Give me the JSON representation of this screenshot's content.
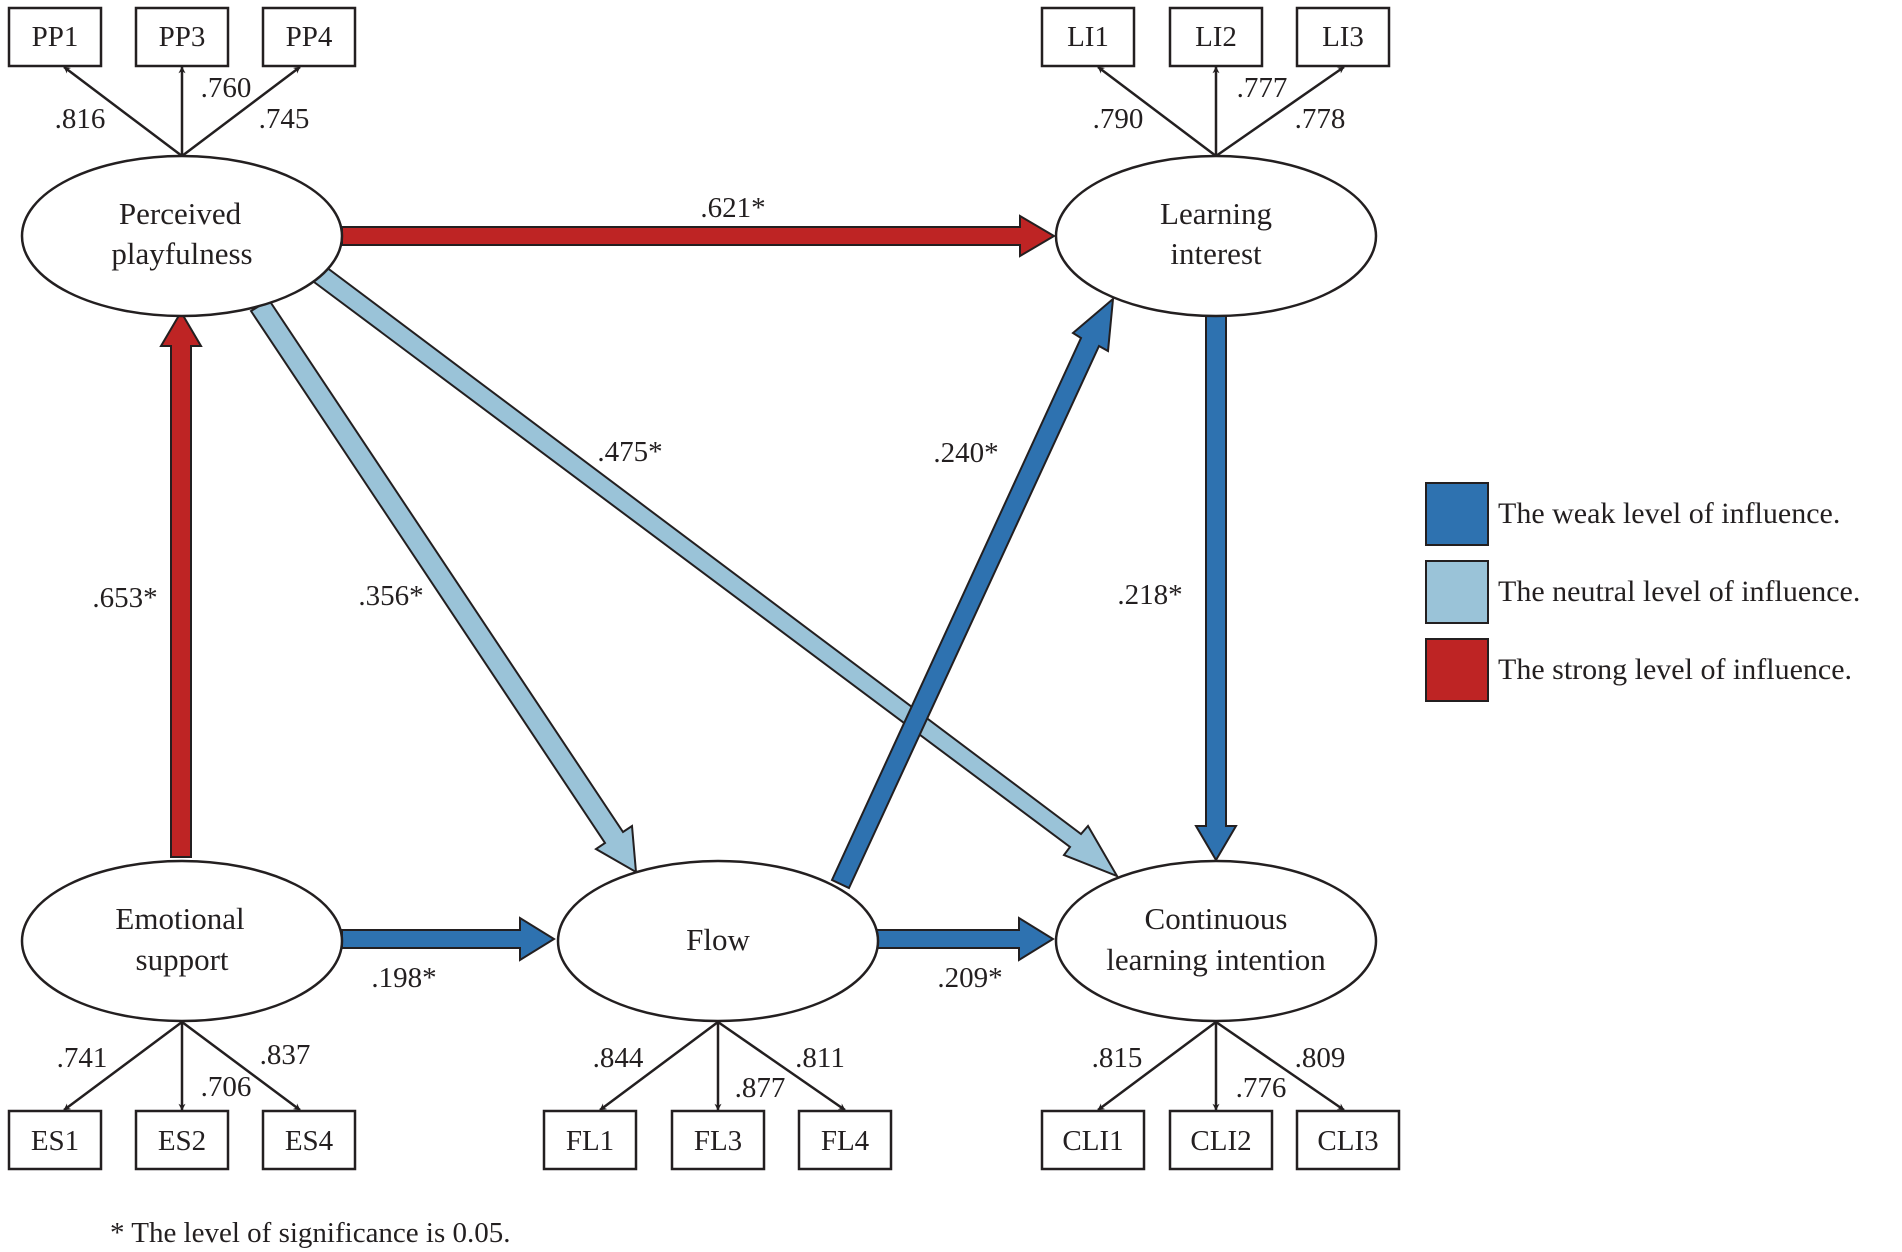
{
  "colors": {
    "weak": "#2e72b0",
    "neutral": "#9ac3d8",
    "strong": "#be2424",
    "outline": "#231f20",
    "background": "#ffffff"
  },
  "constructs": {
    "pp": {
      "line1": "Perceived",
      "line2": "playfulness"
    },
    "li": {
      "line1": "Learning",
      "line2": "interest"
    },
    "es": {
      "line1": "Emotional",
      "line2": "support"
    },
    "fl": {
      "line1": "Flow"
    },
    "cli": {
      "line1": "Continuous",
      "line2": "learning intention"
    }
  },
  "indicators": {
    "pp": [
      {
        "name": "PP1",
        "loading": ".816"
      },
      {
        "name": "PP3",
        "loading": ".760"
      },
      {
        "name": "PP4",
        "loading": ".745"
      }
    ],
    "li": [
      {
        "name": "LI1",
        "loading": ".790"
      },
      {
        "name": "LI2",
        "loading": ".777"
      },
      {
        "name": "LI3",
        "loading": ".778"
      }
    ],
    "es": [
      {
        "name": "ES1",
        "loading": ".741"
      },
      {
        "name": "ES2",
        "loading": ".706"
      },
      {
        "name": "ES4",
        "loading": ".837"
      }
    ],
    "fl": [
      {
        "name": "FL1",
        "loading": ".844"
      },
      {
        "name": "FL3",
        "loading": ".877"
      },
      {
        "name": "FL4",
        "loading": ".811"
      }
    ],
    "cli": [
      {
        "name": "CLI1",
        "loading": ".815"
      },
      {
        "name": "CLI2",
        "loading": ".776"
      },
      {
        "name": "CLI3",
        "loading": ".809"
      }
    ]
  },
  "paths": [
    {
      "from": "Perceived playfulness",
      "to": "Learning interest",
      "coefficient": ".621*",
      "level": "strong"
    },
    {
      "from": "Emotional support",
      "to": "Perceived playfulness",
      "coefficient": ".653*",
      "level": "strong"
    },
    {
      "from": "Perceived playfulness",
      "to": "Flow",
      "coefficient": ".356*",
      "level": "neutral"
    },
    {
      "from": "Perceived playfulness",
      "to": "Continuous learning intention",
      "coefficient": ".475*",
      "level": "neutral"
    },
    {
      "from": "Flow",
      "to": "Learning interest",
      "coefficient": ".240*",
      "level": "weak"
    },
    {
      "from": "Learning interest",
      "to": "Continuous learning intention",
      "coefficient": ".218*",
      "level": "weak"
    },
    {
      "from": "Emotional support",
      "to": "Flow",
      "coefficient": ".198*",
      "level": "weak"
    },
    {
      "from": "Flow",
      "to": "Continuous learning intention",
      "coefficient": ".209*",
      "level": "weak"
    }
  ],
  "legend": [
    {
      "label": "The weak level of influence.",
      "level": "weak"
    },
    {
      "label": "The neutral level of influence.",
      "level": "neutral"
    },
    {
      "label": "The strong level of influence.",
      "level": "strong"
    }
  ],
  "footnote": "* The level of significance is 0.05."
}
